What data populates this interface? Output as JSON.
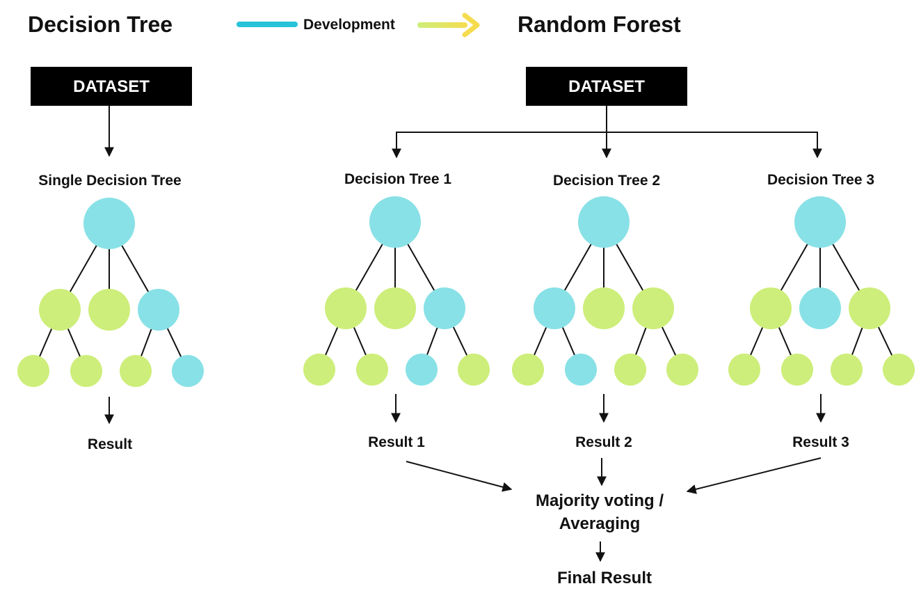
{
  "header": {
    "left_title": "Decision Tree",
    "development_label": "Development",
    "right_title": "Random Forest"
  },
  "colors": {
    "node_blue": "#88E1E6",
    "node_green": "#CDEE7A",
    "dataset_bg": "#000000",
    "dataset_text": "#FFFFFF",
    "line": "#111111",
    "dev_bar_blue": "#27C3D8",
    "dev_arrow_yellow": "#F5DC4E"
  },
  "single_tree": {
    "dataset_label": "DATASET",
    "tree_label": "Single Decision Tree",
    "result_label": "Result",
    "node_colors": {
      "root": "blue",
      "level1": [
        "green",
        "green",
        "blue"
      ],
      "level2": [
        "green",
        "green",
        "green",
        "blue"
      ]
    }
  },
  "random_forest": {
    "dataset_label": "DATASET",
    "trees": [
      {
        "label": "Decision Tree 1",
        "result_label": "Result 1",
        "node_colors": {
          "root": "blue",
          "level1": [
            "green",
            "green",
            "blue"
          ],
          "level2": [
            "green",
            "green",
            "blue",
            "green"
          ]
        }
      },
      {
        "label": "Decision Tree 2",
        "result_label": "Result 2",
        "node_colors": {
          "root": "blue",
          "level1": [
            "blue",
            "green",
            "green"
          ],
          "level2": [
            "green",
            "blue",
            "green",
            "green"
          ]
        }
      },
      {
        "label": "Decision Tree 3",
        "result_label": "Result 3",
        "node_colors": {
          "root": "blue",
          "level1": [
            "green",
            "blue",
            "green"
          ],
          "level2": [
            "green",
            "green",
            "green",
            "green"
          ]
        }
      }
    ],
    "aggregation_line1": "Majority voting /",
    "aggregation_line2": "Averaging",
    "final_label": "Final Result"
  }
}
